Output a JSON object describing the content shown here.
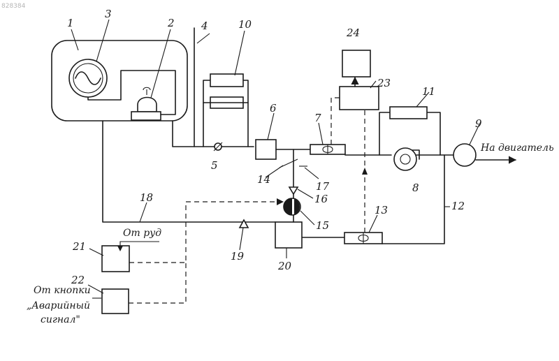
{
  "corner_id": "828384",
  "labels": {
    "n1": "1",
    "n2": "2",
    "n3": "3",
    "n4": "4",
    "n5": "5",
    "n6": "6",
    "n7": "7",
    "n8": "8",
    "n9": "9",
    "n10": "10",
    "n11": "11",
    "n12": "12",
    "n13": "13",
    "n14": "14",
    "n15": "15",
    "n16": "16",
    "n17": "17",
    "n18": "18",
    "n19": "19",
    "n20": "20",
    "n21": "21",
    "n22": "22",
    "n23": "23",
    "n24": "24"
  },
  "captions": {
    "to_engine": "На двигатель",
    "from_rud": "От руд",
    "from_button": "От кнопки",
    "alarm_line1": "„Аварийный",
    "alarm_line2": "сигнал\""
  },
  "colors": {
    "ink": "#1a1a1a",
    "paper": "#ffffff"
  }
}
